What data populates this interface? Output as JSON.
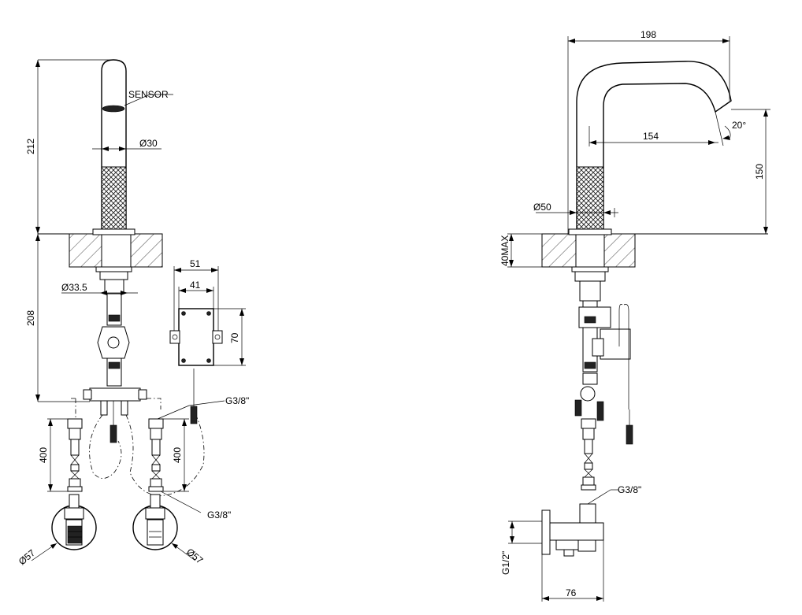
{
  "labels": {
    "sensor": "SENSOR",
    "d30": "Ø30",
    "d33_5": "Ø33.5",
    "d50": "Ø50",
    "d57_left": "Ø57",
    "d57_right": "Ø57",
    "h212": "212",
    "h208": "208",
    "h400_left": "400",
    "h400_right": "400",
    "w51": "51",
    "w41": "41",
    "h70": "70",
    "g38_top": "G3/8\"",
    "g38_bottom": "G3/8\"",
    "g38_side": "G3/8\"",
    "w198": "198",
    "w154": "154",
    "angle20": "20°",
    "h150": "150",
    "max40": "40MAX",
    "g12": "G1/2\"",
    "w76": "76"
  }
}
